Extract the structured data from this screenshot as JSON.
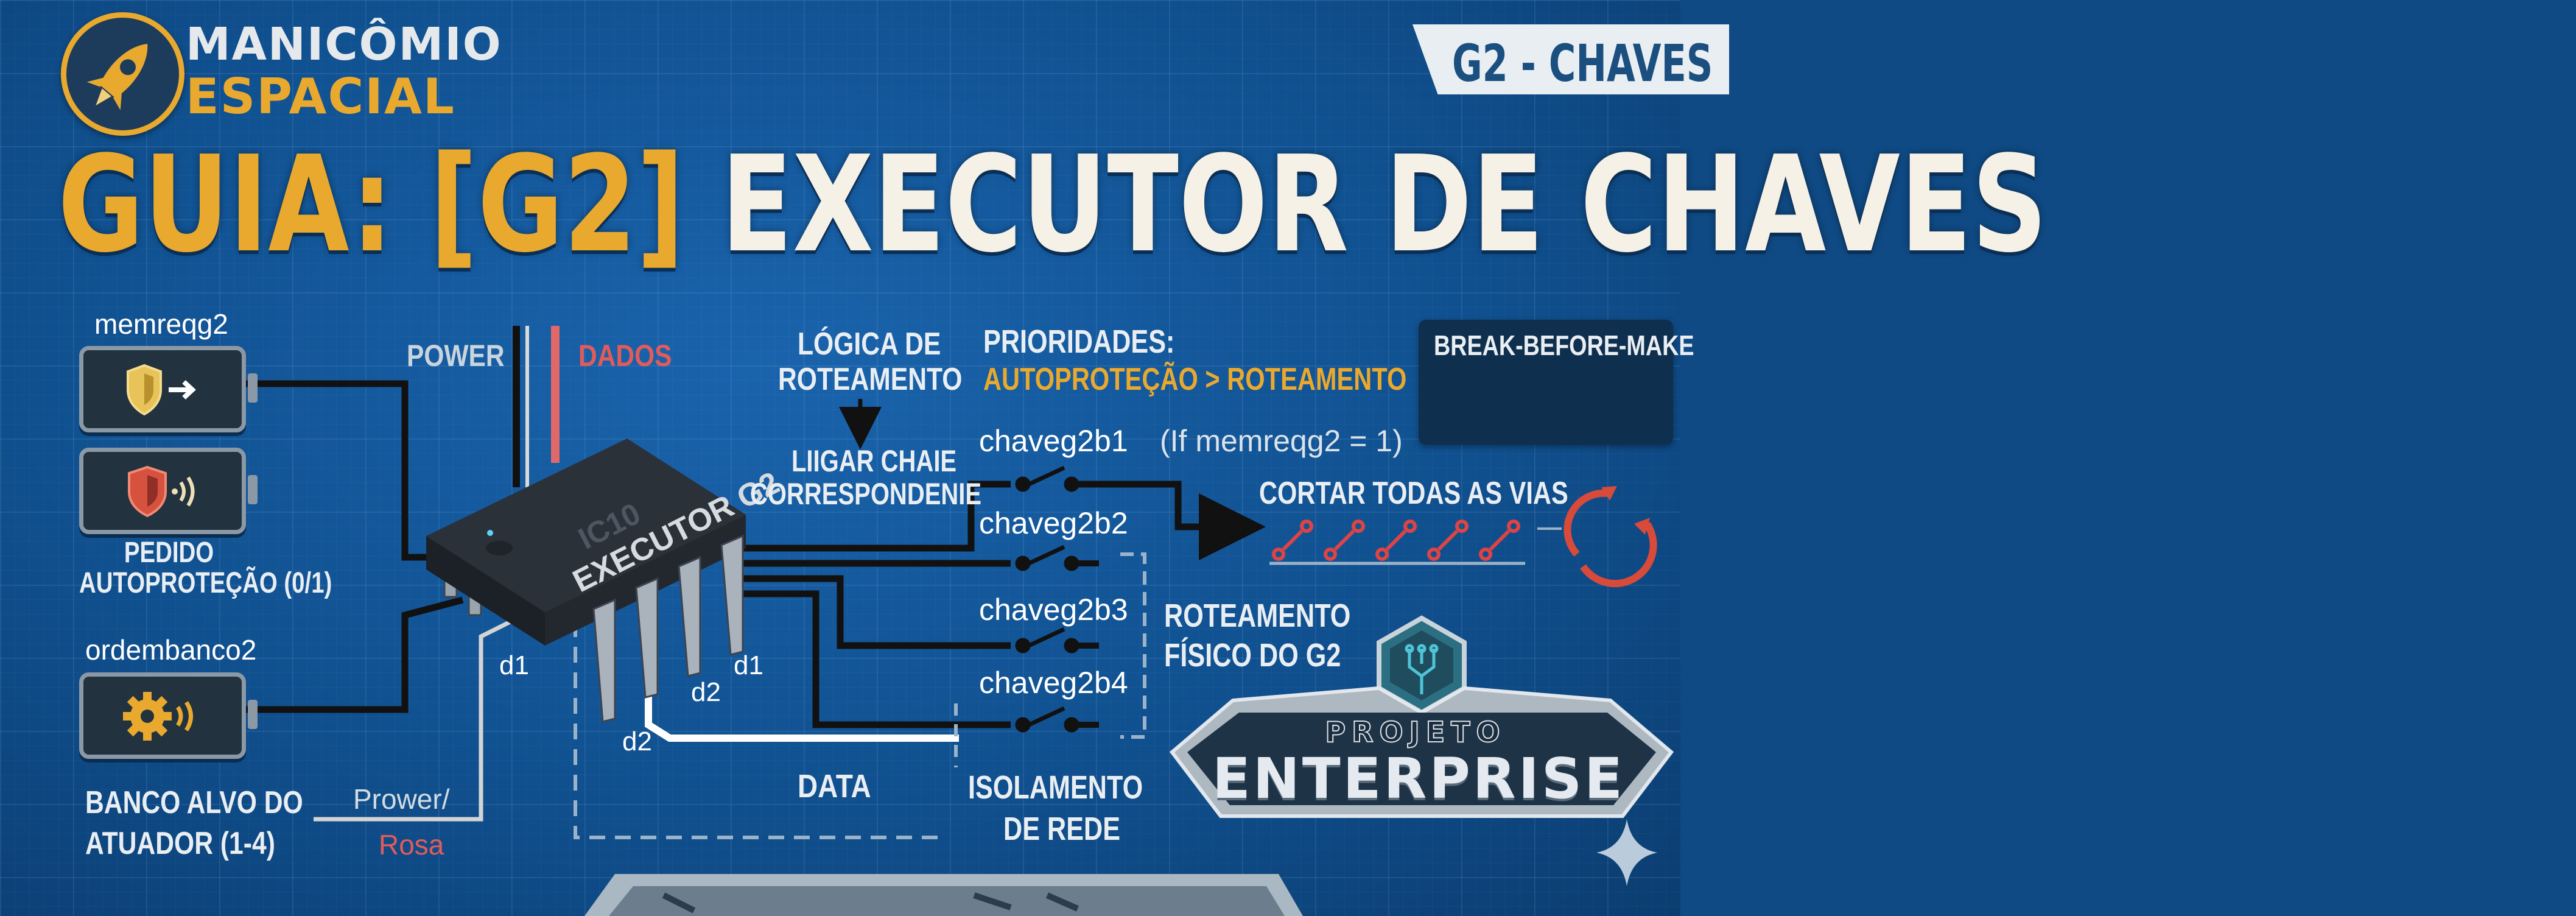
{
  "brand": {
    "line1": "MANICÔMIO",
    "line2": "ESPACIAL",
    "logo_icon": "rocket-icon"
  },
  "tag": {
    "label": "G2 - CHAVES"
  },
  "title": {
    "prefix": "GUIA: [G2]",
    "main": "EXECUTOR DE CHAVES"
  },
  "inputs": {
    "memreqg2": {
      "label": "memreqg2",
      "icon": "shield-arrow-icon"
    },
    "autoprotecao": {
      "icon": "shield-signal-icon",
      "caption_line1": "PEDIDO",
      "caption_line2": "AUTOPROTEÇÃO (0/1)"
    },
    "ordembanco2": {
      "label": "ordembanco2",
      "icon": "gear-signal-icon",
      "caption_line1": "BANCO ALVO DO",
      "caption_line2": "ATUADOR (1-4)"
    }
  },
  "chip": {
    "line1": "IC10",
    "line2": "EXECUTOR G2"
  },
  "pins": {
    "d1_left": "d1",
    "d1_right": "d1",
    "d2_mid": "d2",
    "d2_low": "d2"
  },
  "wires": {
    "power": "POWER",
    "dados": "DADOS",
    "data": "DATA",
    "power_rosa_1": "Prower/",
    "power_rosa_2": "Rosa"
  },
  "logic": {
    "line1": "LÓGICA DE",
    "line2": "ROTEAMENTO",
    "result1": "LIIGAR CHAIE",
    "result2": "CORRESPONDENIE"
  },
  "priorities": {
    "heading": "PRIORIDADES:",
    "value": "AUTOPROTEÇÃO > ROTEAMENTO"
  },
  "condition": "(If memreqg2 = 1)",
  "cut_all": "CORTAR TODAS AS VIAS",
  "break_before_make": "BREAK-BEFORE-MAKE",
  "switches": [
    "chaveg2b1",
    "chaveg2b2",
    "chaveg2b3",
    "chaveg2b4"
  ],
  "routing": {
    "line1": "ROTEAMENTO",
    "line2": "FÍSICO DO G2"
  },
  "isolation": {
    "line1": "ISOLAMENTO",
    "line2": "DE REDE"
  },
  "project": {
    "line1": "PROJETO",
    "line2": "ENTERPRISE"
  },
  "colors": {
    "accent_yellow": "#e8a92e",
    "blueprint_bg": "#10508f",
    "data_red": "#e25b5b",
    "text_light": "#e9eef3"
  }
}
